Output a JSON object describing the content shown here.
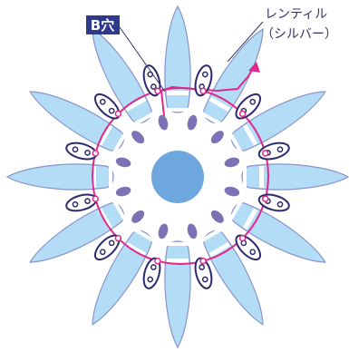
{
  "labels": {
    "b_hole": "B穴",
    "lentil_line1": "レンティル",
    "lentil_line2": "（シルバー）"
  },
  "colors": {
    "petal_fill": "#b3dcf7",
    "petal_stroke": "#8a93c9",
    "lentil_stroke": "#2c2a6e",
    "bead_purple": "#7b73b6",
    "center": "#6da7dd",
    "thread": "#e0288a",
    "label_bg": "#2e3a8c",
    "leader": "#333366"
  },
  "icons": {
    "petal": "long-seed-bead-petal",
    "lentil": "lentil-bead-icon",
    "small_bead": "oval-bead-icon",
    "center": "round-center-bead-icon",
    "arrow": "thread-direction-arrow-icon"
  }
}
